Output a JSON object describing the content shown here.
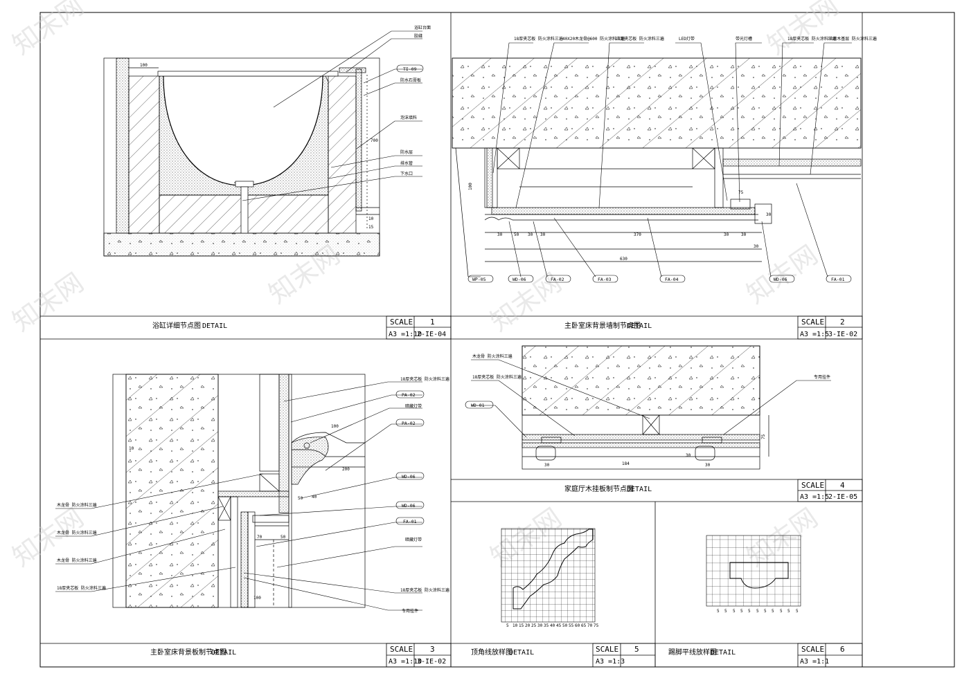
{
  "colors": {
    "line": "#000000",
    "paper": "#ffffff",
    "watermark": "#cccccc"
  },
  "watermark": "知末网",
  "details": [
    {
      "title": "浴缸详细节点图",
      "detail_word": "DETAIL",
      "scale_word": "SCALE",
      "number": "1",
      "scale": "A3 =1:10",
      "ref": "2-IE-04"
    },
    {
      "title": "主卧室床背景墙制节点图",
      "detail_word": "DETAIL",
      "scale_word": "SCALE",
      "number": "2",
      "scale": "A3 =1:5",
      "ref": "3-IE-02"
    },
    {
      "title": "主卧室床背景板制节点图",
      "detail_word": "DETAIL",
      "scale_word": "SCALE",
      "number": "3",
      "scale": "A3 =1:10",
      "ref": "3-IE-02"
    },
    {
      "title": "家庭厅木挂板制节点图",
      "detail_word": "DETAIL",
      "scale_word": "SCALE",
      "number": "4",
      "scale": "A3 =1:5",
      "ref": "2-IE-05"
    },
    {
      "title": "顶角线放样图",
      "detail_word": "DETAIL",
      "scale_word": "SCALE",
      "number": "5",
      "scale": "A3 =1:3"
    },
    {
      "title": "踢脚平线放样图",
      "detail_word": "DETAIL",
      "scale_word": "SCALE",
      "number": "6",
      "scale": "A3 =1:1"
    }
  ],
  "d1": {
    "callouts": [
      "浴缸台面",
      "胶缝",
      "TI-09",
      "防水石膏板",
      "泡沫填料",
      "防水层",
      "排水管",
      "下水口"
    ],
    "dims": [
      "100",
      "700",
      "10",
      "15"
    ]
  },
  "d2": {
    "top_notes": [
      "18厚夹芯板 防火涂料三遍",
      "40X20木龙骨@600 防火涂料三遍",
      "18厚夹芯板 防火涂料三遍",
      "LED灯带",
      "带光灯槽",
      "18厚夹芯板 防火涂料三遍",
      "18厚木基层 防火涂料三遍"
    ],
    "tags": [
      "WP-05",
      "WD-06",
      "FA-02",
      "FA-03",
      "FA-04",
      "WD-06",
      "FA-01"
    ],
    "dims": [
      "100",
      "30",
      "50",
      "30",
      "30",
      "370",
      "30",
      "30",
      "630",
      "30",
      "75",
      "30"
    ]
  },
  "d3": {
    "right_notes": [
      "18厚夹芯板 防火涂料三遍"
    ],
    "tags": [
      "PA-02",
      "PA-02",
      "WD-06",
      "WD-06",
      "FA-01"
    ],
    "right_text": [
      "暗藏灯带",
      "暗藏灯带",
      "18厚夹芯板 防火涂料三遍",
      "专用挂件"
    ],
    "left_notes": [
      "木龙骨 防火涂料三遍",
      "木龙骨 防火涂料三遍",
      "木龙骨 防火涂料三遍",
      "18厚夹芯板 防火涂料三遍"
    ],
    "dims": [
      "100",
      "200",
      "50",
      "40",
      "100",
      "10",
      "70",
      "50"
    ]
  },
  "d4": {
    "left_notes": [
      "木龙骨 防火涂料三遍",
      "18厚夹芯板 防火涂料三遍"
    ],
    "tag": "WD-01",
    "right_note": "专用挂件",
    "dims": [
      "30",
      "30",
      "184",
      "30",
      "75"
    ]
  },
  "d5": {
    "x_ticks": [
      "5",
      "10",
      "15",
      "20",
      "25",
      "30",
      "35",
      "40",
      "45",
      "50",
      "55",
      "60",
      "65",
      "70",
      "75"
    ]
  },
  "d6": {
    "x_ticks": [
      "5",
      "5",
      "5",
      "5",
      "5",
      "5",
      "5",
      "5",
      "5",
      "5",
      "5"
    ]
  }
}
